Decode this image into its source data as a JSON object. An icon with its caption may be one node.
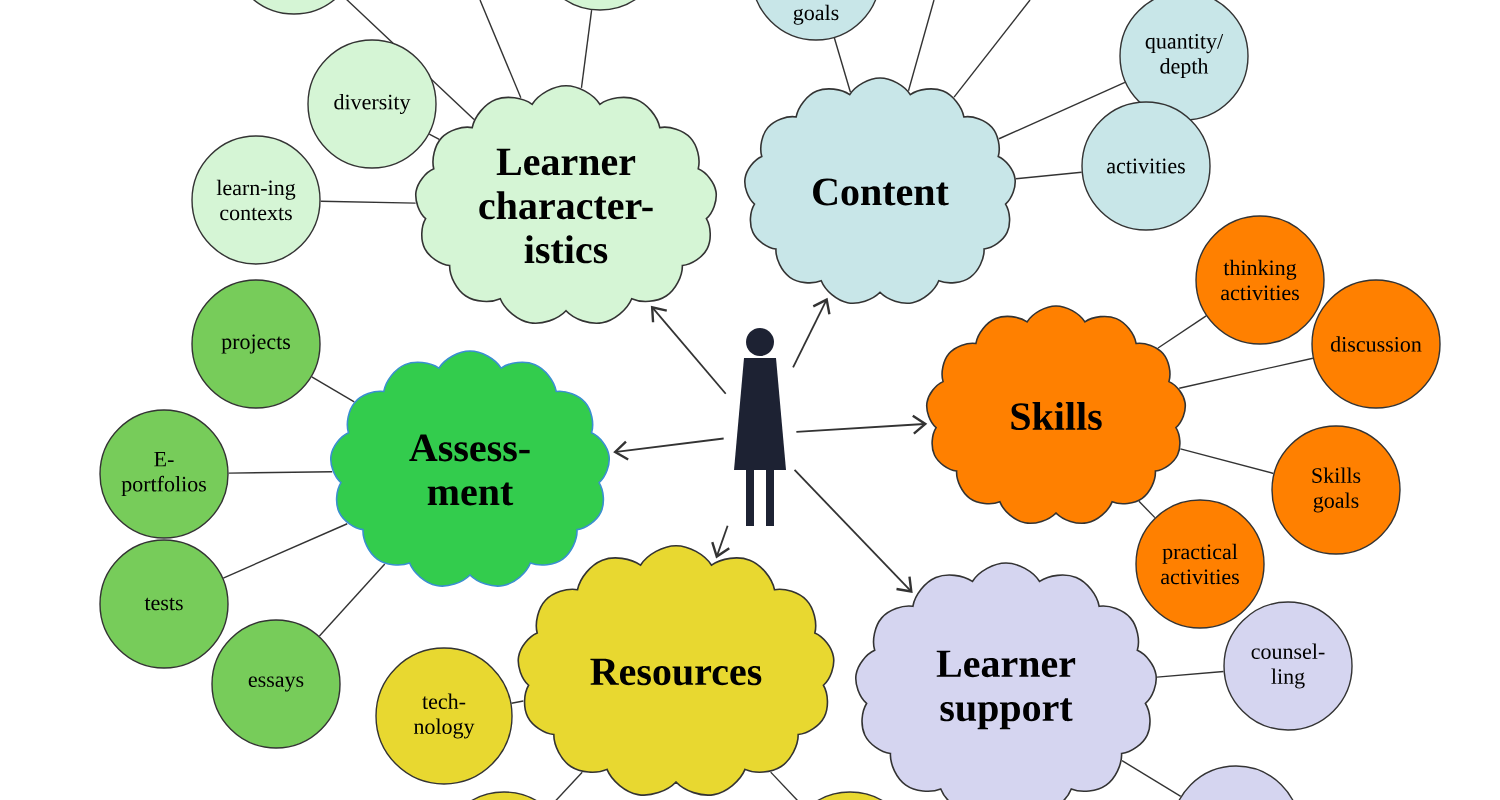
{
  "diagram": {
    "nodes": [
      {
        "text": [],
        "shape": "circle"
      },
      {
        "text": [],
        "shape": "circle"
      },
      {
        "text": [
          "goals"
        ]
      },
      {
        "text": [
          "quantity/ depth"
        ]
      },
      {
        "text": [
          "diversity"
        ]
      },
      {
        "text": [
          "activities"
        ]
      },
      {
        "text": [
          "Learner character-istics"
        ]
      },
      {
        "text": [
          "Content"
        ]
      },
      {
        "text": [
          "learn-ing contexts"
        ]
      },
      {
        "text": [
          "thinking activities"
        ]
      },
      {
        "text": [
          "projects"
        ]
      },
      {
        "text": [
          "discussion"
        ]
      },
      {
        "text": [],
        "shape": "person"
      },
      {
        "text": [
          "Skills"
        ]
      },
      {
        "text": [
          "Assess-ment"
        ]
      },
      {
        "text": [
          "E-portfolios"
        ]
      },
      {
        "text": [
          "Skills goals"
        ]
      },
      {
        "text": [
          "practical activities"
        ]
      },
      {
        "text": [
          "tests"
        ]
      },
      {
        "text": [
          "counsel-ling"
        ]
      },
      {
        "text": [
          "essays"
        ]
      },
      {
        "text": [
          "Resources"
        ]
      },
      {
        "text": [
          "Learner support"
        ]
      },
      {
        "text": [
          "tech-nology"
        ]
      },
      {
        "text": [],
        "shape": "circle"
      },
      {
        "text": [],
        "shape": "circle"
      },
      {
        "text": [],
        "shape": "circle"
      }
    ],
    "edges": [
      {
        "from": 12,
        "to": 6,
        "arrow": "to"
      },
      {
        "from": 12,
        "to": 7,
        "arrow": "to"
      },
      {
        "from": 12,
        "to": 14,
        "arrow": "to"
      },
      {
        "from": 12,
        "to": 13,
        "arrow": "to"
      },
      {
        "from": 12,
        "to": 21,
        "arrow": "to"
      },
      {
        "from": 12,
        "to": 22,
        "arrow": "to"
      },
      {
        "from": 6,
        "to": 0,
        "arrow": "none"
      },
      {
        "from": 6,
        "to": null,
        "arrow": "none"
      },
      {
        "from": 6,
        "to": 1,
        "arrow": "none"
      },
      {
        "from": 6,
        "to": 4,
        "arrow": "none"
      },
      {
        "from": 6,
        "to": 8,
        "arrow": "none"
      },
      {
        "from": 7,
        "to": 2,
        "arrow": "none"
      },
      {
        "from": 7,
        "to": null,
        "arrow": "none"
      },
      {
        "from": 7,
        "to": null,
        "arrow": "none"
      },
      {
        "from": 7,
        "to": 3,
        "arrow": "none"
      },
      {
        "from": 7,
        "to": 5,
        "arrow": "none"
      },
      {
        "from": 13,
        "to": 9,
        "arrow": "none"
      },
      {
        "from": 13,
        "to": 11,
        "arrow": "none"
      },
      {
        "from": 13,
        "to": 16,
        "arrow": "none"
      },
      {
        "from": 13,
        "to": 17,
        "arrow": "none"
      },
      {
        "from": 14,
        "to": 10,
        "arrow": "none"
      },
      {
        "from": 14,
        "to": 15,
        "arrow": "none"
      },
      {
        "from": 14,
        "to": 18,
        "arrow": "none"
      },
      {
        "from": 14,
        "to": 20,
        "arrow": "none"
      },
      {
        "from": 21,
        "to": 23,
        "arrow": "none"
      },
      {
        "from": 21,
        "to": 24,
        "arrow": "none"
      },
      {
        "from": 21,
        "to": 25,
        "arrow": "none"
      },
      {
        "from": 22,
        "to": 19,
        "arrow": "none"
      },
      {
        "from": 22,
        "to": 26,
        "arrow": "none"
      }
    ]
  }
}
